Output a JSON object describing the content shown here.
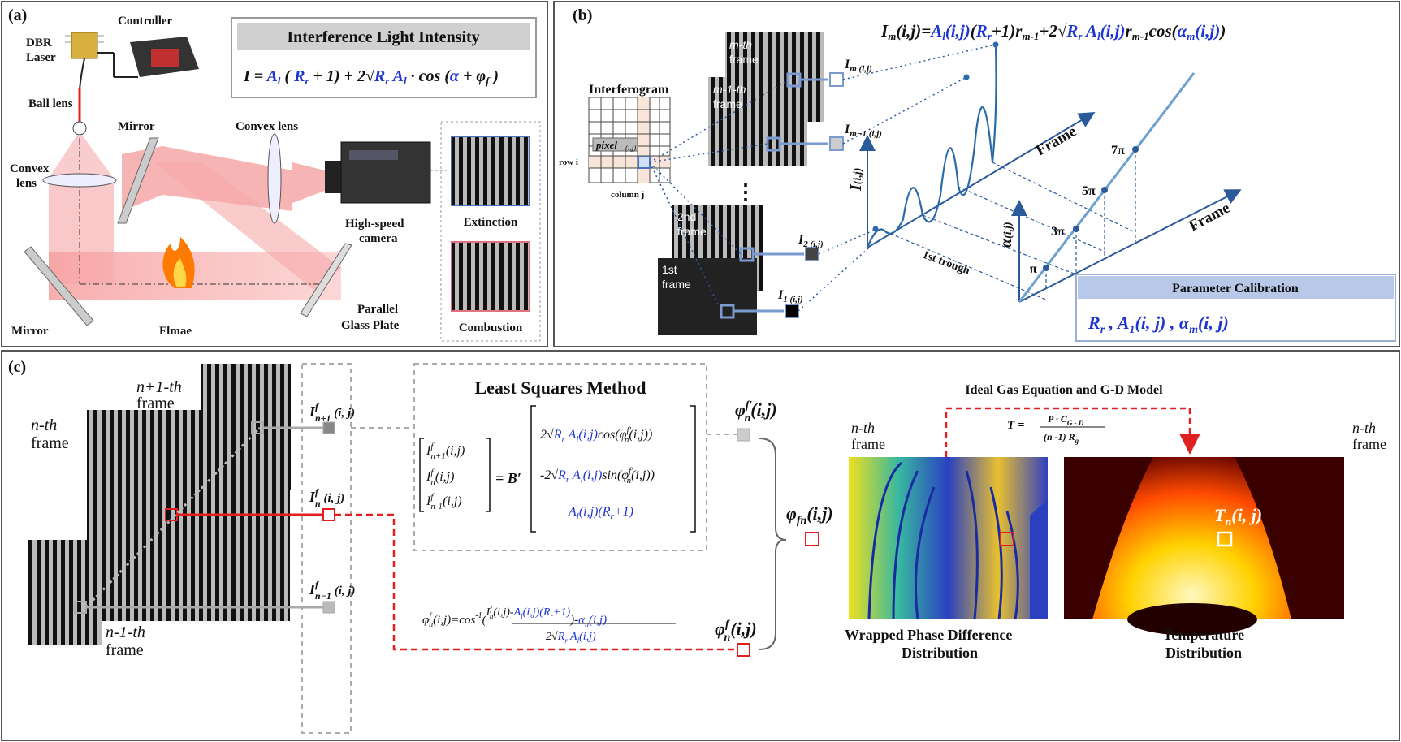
{
  "panel_a": {
    "label": "(a)",
    "laser": "DBR",
    "laser2": "Laser",
    "controller": "Controller",
    "ball_lens": "Ball lens",
    "mirror_top": "Mirror",
    "convex_lens_top": "Convex lens",
    "convex_lens_left_1": "Convex",
    "convex_lens_left_2": "lens",
    "camera_1": "High-speed",
    "camera_2": "camera",
    "mirror_bottom": "Mirror",
    "flame": "Flmae",
    "plate_1": "Parallel",
    "plate_2": "Glass Plate",
    "extinction": "Extinction",
    "combustion": "Combustion",
    "formula_title": "Interference Light Intensity"
  },
  "panel_b": {
    "label": "(b)",
    "interferogram": "Interferogram",
    "pixel": "pixel",
    "pixel_sub": "(i,j)",
    "row": "row i",
    "column": "column j",
    "frame_m_1": "m-th",
    "frame_m_2": "frame",
    "frame_m1_1": "m-1-th",
    "frame_m1_2": "frame",
    "frame_2_1": "2nd",
    "frame_2_2": "frame",
    "frame_1_1": "1st",
    "frame_1_2": "frame",
    "dots": "⋮",
    "axis_frame_1": "Frame",
    "axis_frame_2": "Frame",
    "first_trough": "1st trough",
    "pi": "π",
    "pi3": "3π",
    "pi5": "5π",
    "pi7": "7π",
    "calib_title": "Parameter Calibration"
  },
  "panel_c": {
    "label": "(c)",
    "n1_frame_1": "n+1-th",
    "n1_frame_2": "frame",
    "n_frame_1": "n-th",
    "n_frame_2": "frame",
    "nm1_frame_1": "n-1-th",
    "nm1_frame_2": "frame",
    "lsm_title": "Least Squares Method",
    "gd_title": "Ideal Gas Equation and G-D Model",
    "wrapped_1": "Wrapped  Phase Difference",
    "wrapped_2": "Distribution",
    "temp_1": "Temperature",
    "temp_2": "Distribution",
    "n_frame_w1": "n-th",
    "n_frame_w2": "frame",
    "n_frame_t1": "n-th",
    "n_frame_t2": "frame"
  },
  "colors": {
    "accent_blue": "#1f35d0",
    "red": "#e02020",
    "grey_box": "#c8c8c8",
    "calib_bg": "#b8c8e8"
  }
}
